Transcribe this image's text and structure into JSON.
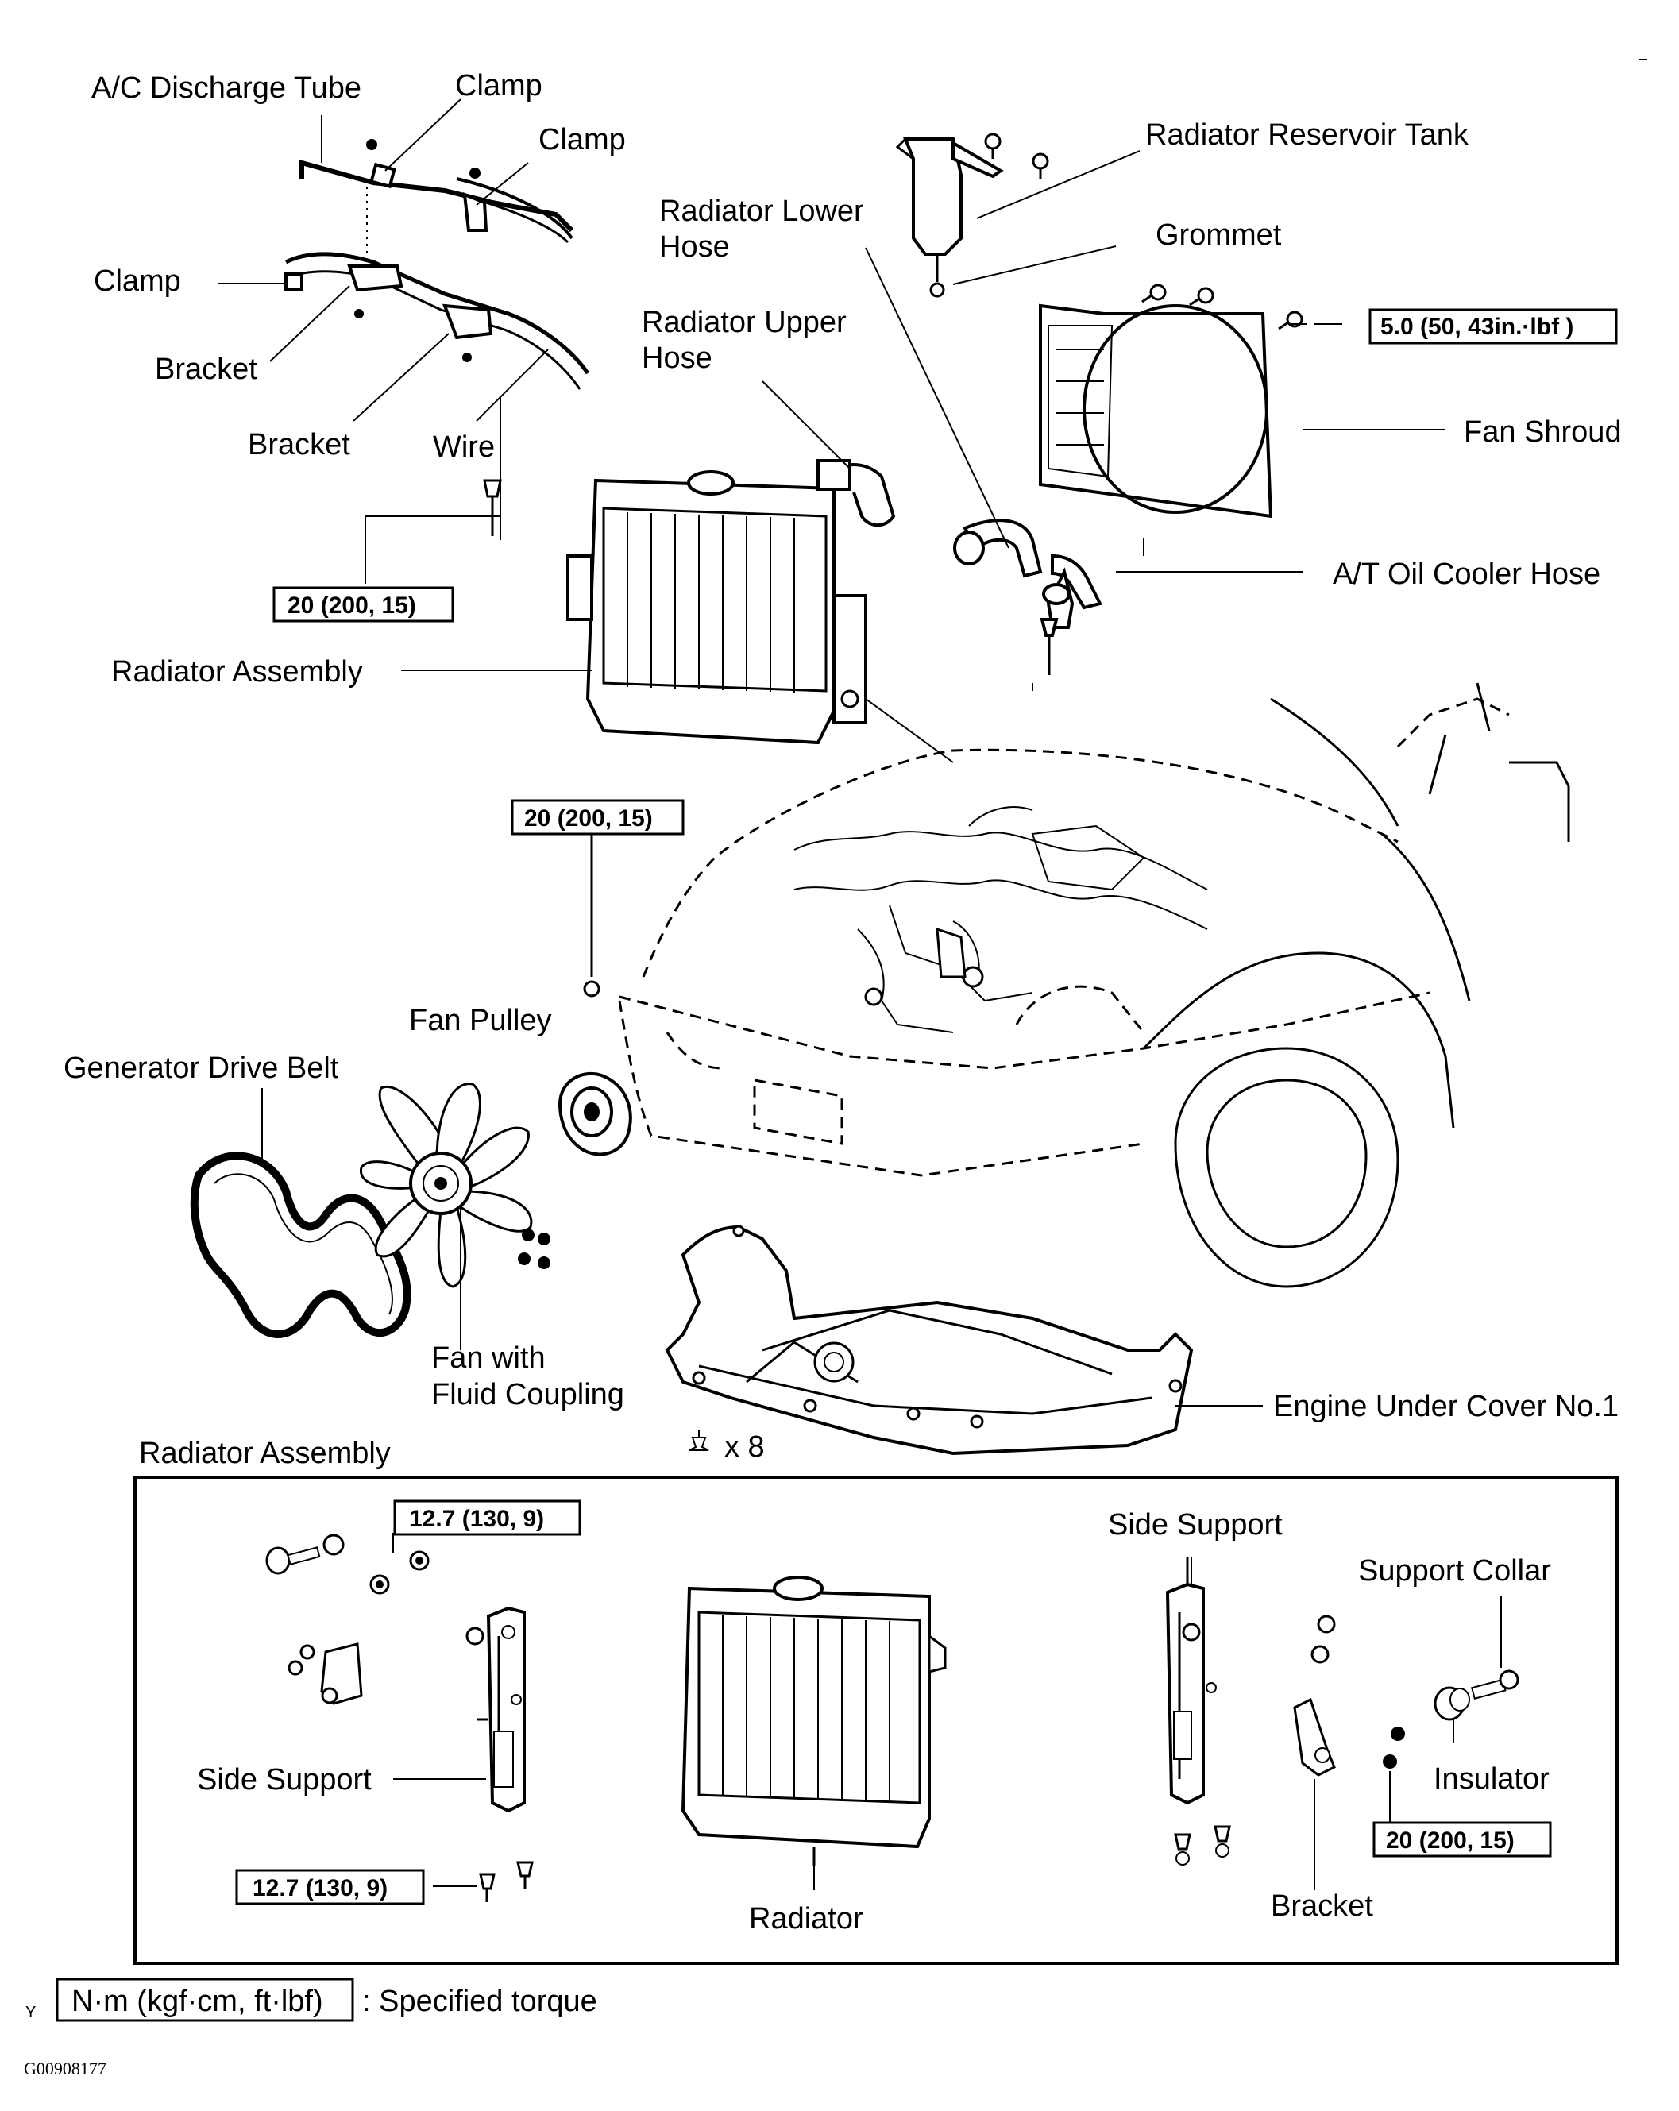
{
  "labels": {
    "ac_discharge_tube": "A/C Discharge Tube",
    "clamp_1": "Clamp",
    "clamp_2": "Clamp",
    "clamp_3": "Clamp",
    "bracket_1": "Bracket",
    "bracket_2": "Bracket",
    "wire": "Wire",
    "radiator_lower_hose_1": "Radiator Lower",
    "radiator_lower_hose_2": "Hose",
    "radiator_upper_hose_1": "Radiator Upper",
    "radiator_upper_hose_2": "Hose",
    "radiator_reservoir_tank": "Radiator Reservoir Tank",
    "grommet": "Grommet",
    "fan_shroud": "Fan Shroud",
    "at_oil_cooler_hose": "A/T Oil Cooler Hose",
    "radiator_assembly": "Radiator Assembly",
    "fan_pulley": "Fan Pulley",
    "generator_drive_belt": "Generator Drive Belt",
    "fan_with_fluid_coupling_1": "Fan with",
    "fan_with_fluid_coupling_2": "Fluid Coupling",
    "engine_under_cover": "Engine Under Cover No.1",
    "clip_count": "x 8",
    "inset_title": "Radiator Assembly",
    "side_support_left": "Side Support",
    "side_support_right": "Side Support",
    "support_collar": "Support Collar",
    "insulator": "Insulator",
    "radiator": "Radiator",
    "bracket_inset": "Bracket"
  },
  "torques": {
    "fan_shroud_bolt": "5.0 (50, 43in.·lbf )",
    "bracket_bolt": "20 (200, 15)",
    "fan_pulley_nut": "20 (200, 15)",
    "inset_top_bolt": "12.7 (130, 9)",
    "inset_bottom_bolt": "12.7 (130, 9)",
    "inset_right_nut": "20 (200, 15)"
  },
  "legend": {
    "unit": "N·m (kgf·cm, ft·lbf)",
    "description": ": Specified torque",
    "mark": "Y"
  },
  "figure_code": "G00908177"
}
